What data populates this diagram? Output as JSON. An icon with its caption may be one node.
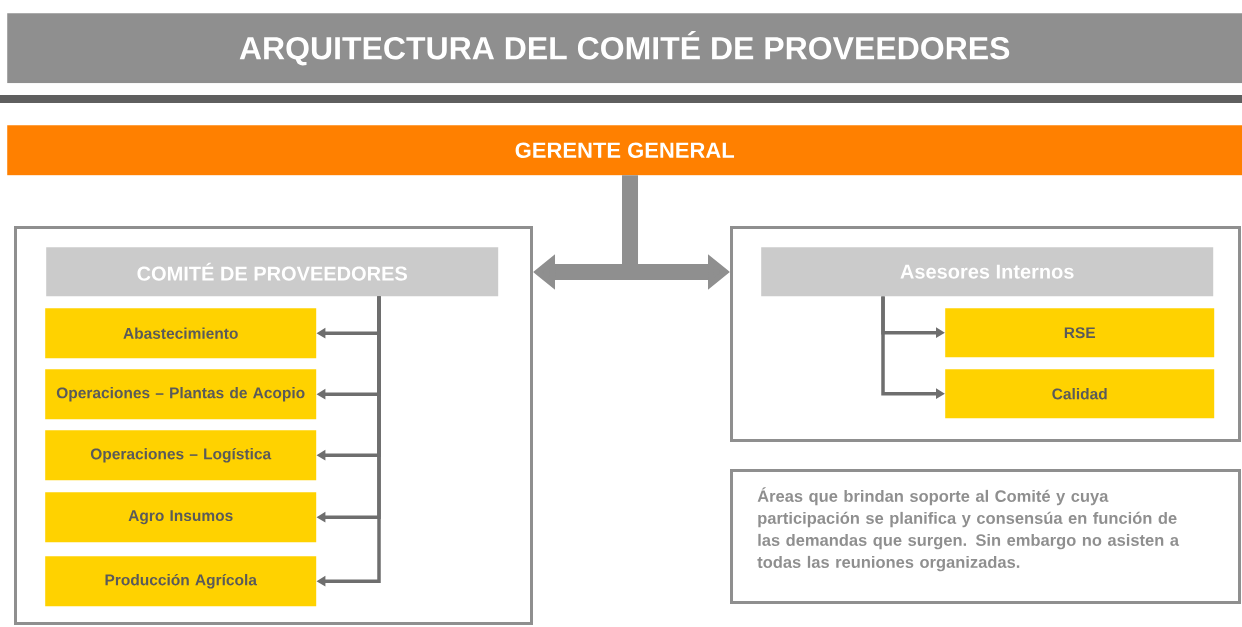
{
  "diagram": {
    "title": "ARQUITECTURA DEL COMITÉ DE PROVEEDORES",
    "nodes": [
      {
        "text": [
          "GERENTE GENERAL"
        ]
      },
      {
        "text": [],
        "shape": "box"
      },
      {
        "text": [
          "COMITÉ DE PROVEEDORES"
        ],
        "in": 1
      },
      {
        "text": [
          "Abastecimiento"
        ],
        "in": 1
      },
      {
        "text": [
          "Operaciones – Plantas de Acopio"
        ],
        "in": 1
      },
      {
        "text": [
          "Operaciones – Logística"
        ],
        "in": 1
      },
      {
        "text": [
          "Agro Insumos"
        ],
        "in": 1
      },
      {
        "text": [
          "Producción Agrícola"
        ],
        "in": 1
      },
      {
        "text": [],
        "shape": "box"
      },
      {
        "text": [
          "Asesores Internos"
        ],
        "in": 8
      },
      {
        "text": [
          "RSE"
        ],
        "in": 8
      },
      {
        "text": [
          "Calidad"
        ],
        "in": 8
      },
      {
        "text": [
          "Áreas que brindan soporte al Comité y cuya participación se planifica y consensúa en función de las demandas que surgen. Sin embargo no asisten a todas las reuniones organizadas."
        ]
      }
    ],
    "edges": [
      {
        "from": 0,
        "to": 1,
        "arrow": "to",
        "style": "thick",
        "color": "#8f8f8f"
      },
      {
        "from": 0,
        "to": 8,
        "arrow": "to",
        "style": "thick",
        "color": "#8f8f8f"
      },
      {
        "from": 2,
        "to": 3,
        "arrow": "to"
      },
      {
        "from": 2,
        "to": 4,
        "arrow": "to"
      },
      {
        "from": 2,
        "to": 5,
        "arrow": "to"
      },
      {
        "from": 2,
        "to": 6,
        "arrow": "to"
      },
      {
        "from": 2,
        "to": 7,
        "arrow": "to"
      },
      {
        "from": 9,
        "to": 10,
        "arrow": "to"
      },
      {
        "from": 9,
        "to": 11,
        "arrow": "to"
      }
    ]
  }
}
